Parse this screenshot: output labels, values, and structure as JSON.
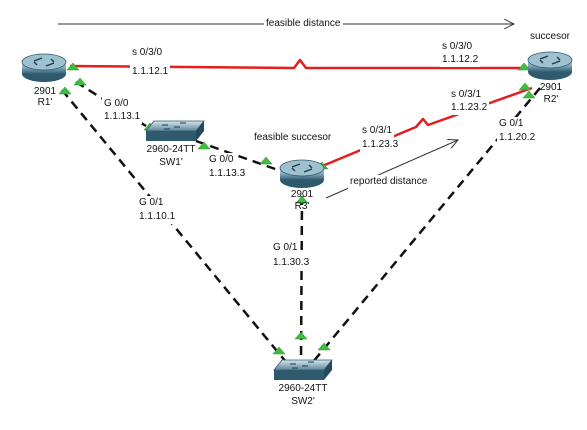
{
  "annotations": {
    "feasible_distance": "feasible distance",
    "reported_distance": "reported distance",
    "feasible_successor": "feasible succesor",
    "successor": "succesor"
  },
  "devices": {
    "r1": {
      "model": "2901",
      "name": "R1'"
    },
    "r2": {
      "model": "2901",
      "name": "R2'"
    },
    "r3": {
      "model": "2901",
      "name": "R3'"
    },
    "sw1": {
      "model": "2960-24TT",
      "name": "SW1'"
    },
    "sw2": {
      "model": "2960-24TT",
      "name": "SW2'"
    }
  },
  "links": {
    "r1_r2": {
      "r1_if": "s 0/3/0",
      "r1_ip": "1.1.12.1",
      "r2_if": "s 0/3/0",
      "r2_ip": "1.1.12.2"
    },
    "r3_r2": {
      "r3_if": "s 0/3/1",
      "r3_ip": "1.1.23.3",
      "r2_if": "s 0/3/1",
      "r2_ip": "1.1.23.2"
    },
    "r1_sw1": {
      "r1_if": "G 0/0",
      "r1_ip": "1.1.13.1"
    },
    "sw1_r3": {
      "r3_if": "G 0/0",
      "r3_ip": "1.1.13.3"
    },
    "r1_sw2": {
      "r1_if": "G 0/1",
      "r1_ip": "1.1.10.1"
    },
    "r2_sw2": {
      "r2_if": "G 0/1",
      "r2_ip": "1.1.20.2"
    },
    "r3_sw2": {
      "r3_if": "G 0/1",
      "r3_ip": "1.1.30.3"
    }
  },
  "colors": {
    "serial_link": "#e41e1e",
    "ethernet_link": "#111111",
    "port_up": "#3fbf3f",
    "device_body": "#3a6f84"
  }
}
